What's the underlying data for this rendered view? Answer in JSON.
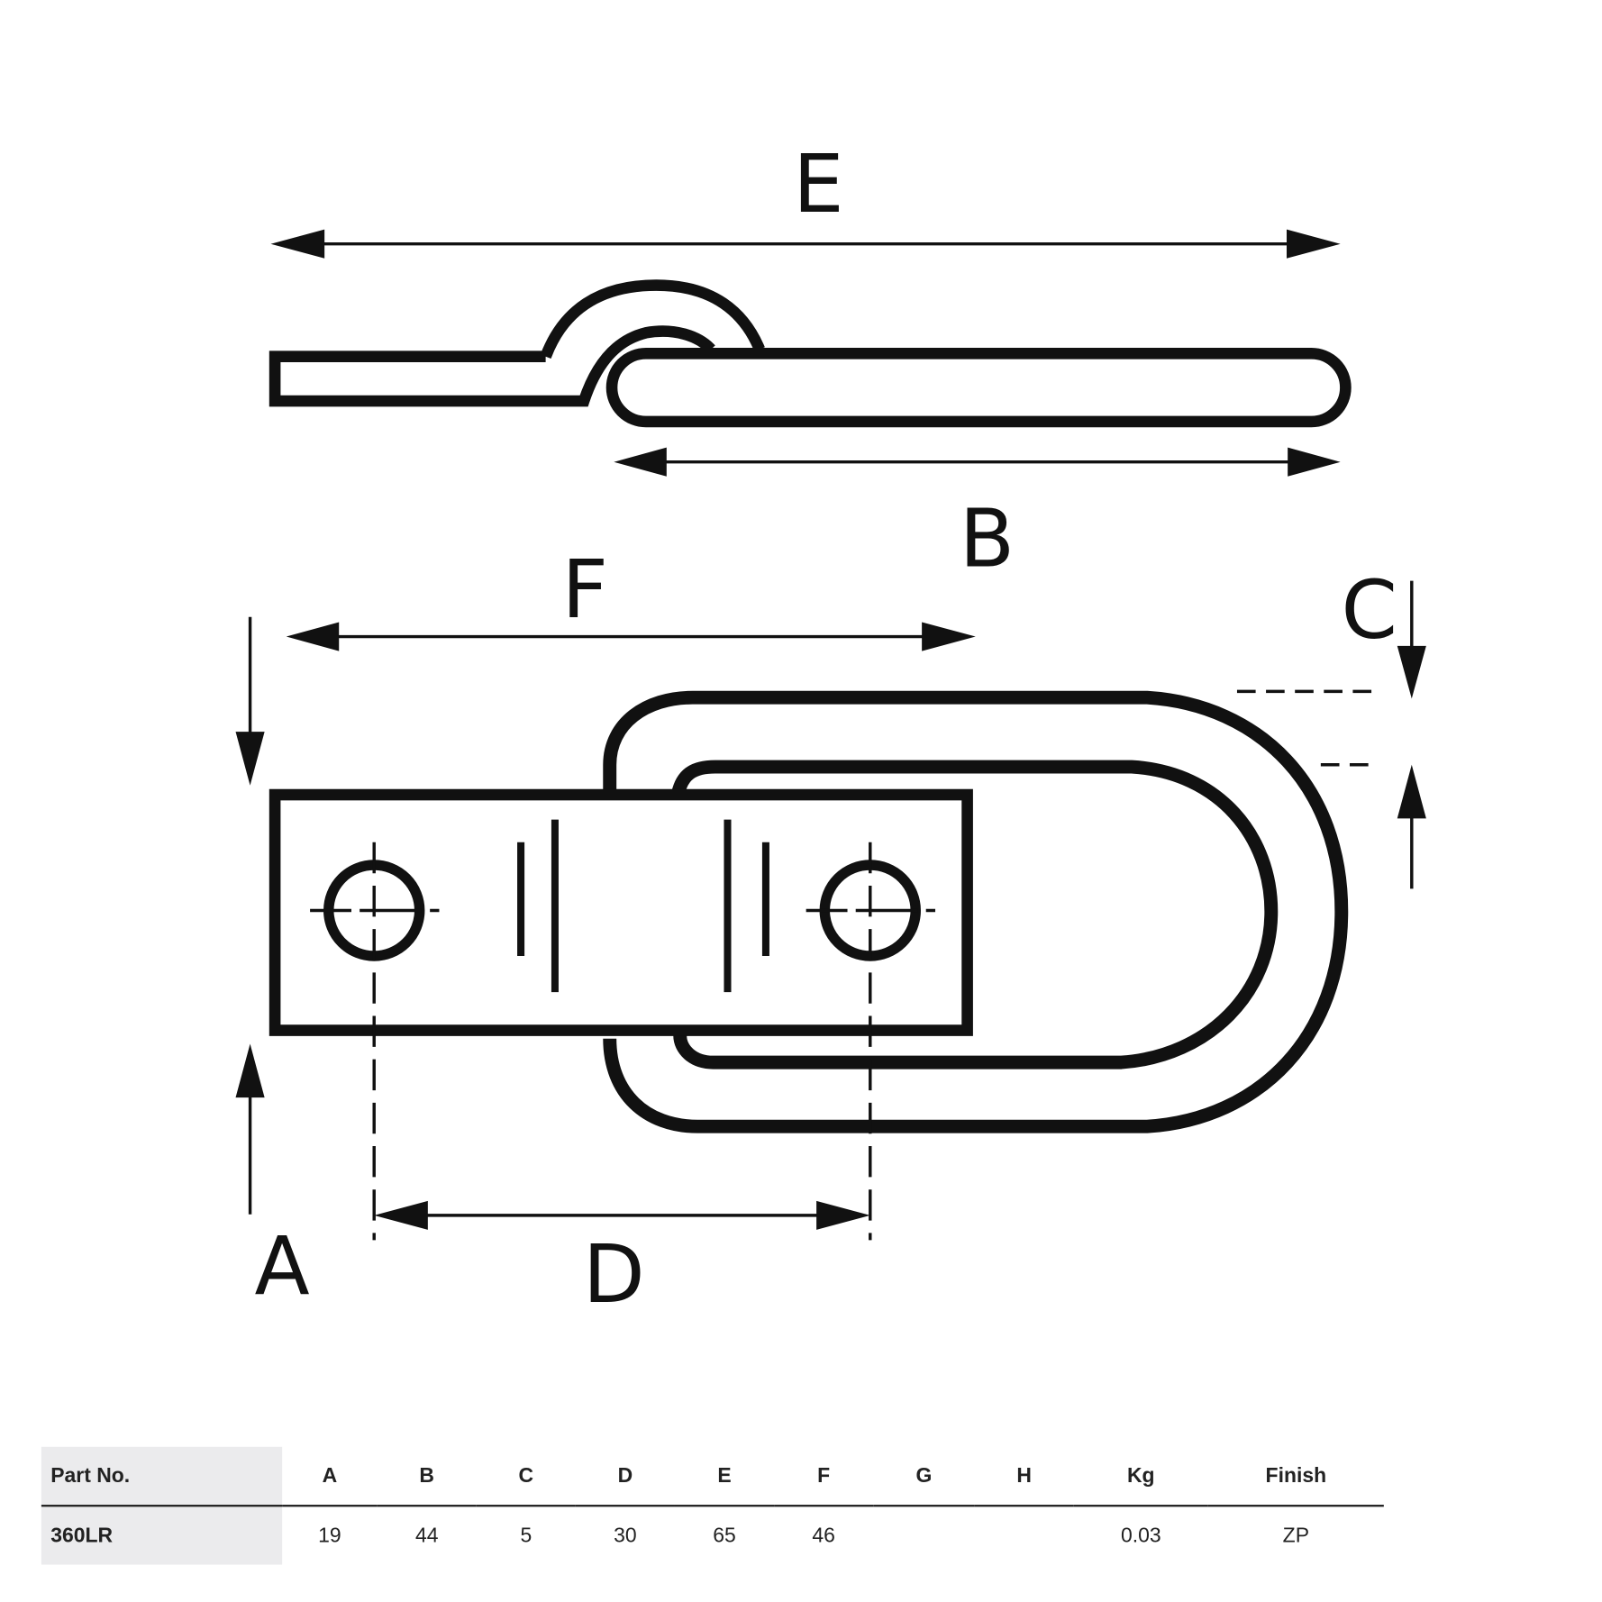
{
  "diagram": {
    "labels": {
      "A": "A",
      "B": "B",
      "C": "C",
      "D": "D",
      "E": "E",
      "F": "F"
    }
  },
  "table": {
    "headers": [
      "Part No.",
      "A",
      "B",
      "C",
      "D",
      "E",
      "F",
      "G",
      "H",
      "Kg",
      "Finish"
    ],
    "rows": [
      [
        "360LR",
        "19",
        "44",
        "5",
        "30",
        "65",
        "46",
        "",
        "",
        "0.03",
        "ZP"
      ]
    ]
  }
}
